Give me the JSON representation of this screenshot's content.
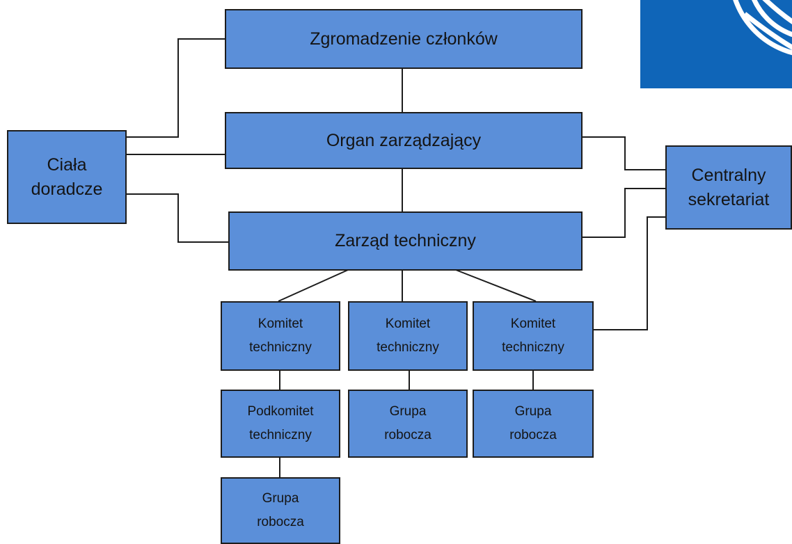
{
  "nodes": {
    "general_assembly": "Zgromadzenie członków",
    "governing_body": "Organ zarządzający",
    "technical_board": "Zarząd techniczny",
    "advisory_bodies": "Ciała\ndoradcze",
    "central_secretariat": "Centralny\nsekretariat",
    "tc_1": "Komitet\ntechniczny",
    "tc_2": "Komitet\ntechniczny",
    "tc_3": "Komitet\ntechniczny",
    "subcommittee": "Podkomitet\ntechniczny",
    "wg_1": "Grupa\nrobocza",
    "wg_2": "Grupa\nrobocza",
    "wg_3": "Grupa\nrobocza"
  },
  "colors": {
    "box_fill": "#5b8fd9",
    "box_border": "#1c1c1c",
    "line": "#1c1c1c",
    "logo_fill": "#0f65b8"
  },
  "logo": {
    "icon": "globe-logo-icon"
  }
}
